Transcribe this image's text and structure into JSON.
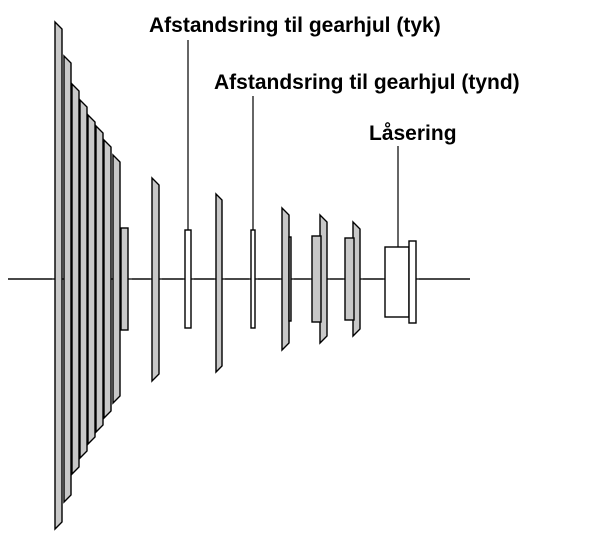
{
  "labels": {
    "spacer_thick": "Afstandsring til gearhjul (tyk)",
    "spacer_thin": "Afstandsring til gearhjul (tynd)",
    "lockring": "Låsering"
  },
  "colors": {
    "line": "#000000",
    "part_fill": "#c8c8c8",
    "background": "#ffffff"
  }
}
